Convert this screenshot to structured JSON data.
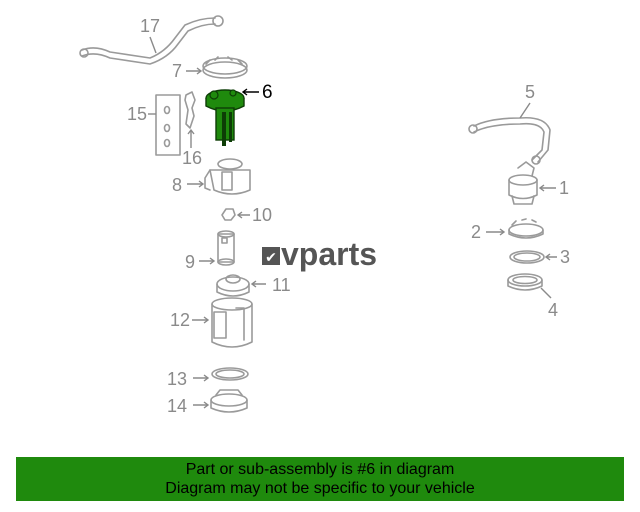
{
  "logo": {
    "mark": "✔",
    "text": "vparts"
  },
  "callouts": {
    "c1": "1",
    "c2": "2",
    "c3": "3",
    "c4": "4",
    "c5": "5",
    "c6": "6",
    "c7": "7",
    "c8": "8",
    "c9": "9",
    "c10": "10",
    "c11": "11",
    "c12": "12",
    "c13": "13",
    "c14": "14",
    "c15": "15",
    "c16": "16",
    "c17": "17"
  },
  "highlight_color": "#1f8a0d",
  "banner": {
    "line1": "Part or sub-assembly is #6 in diagram",
    "line2": "Diagram may not be specific to your vehicle"
  }
}
